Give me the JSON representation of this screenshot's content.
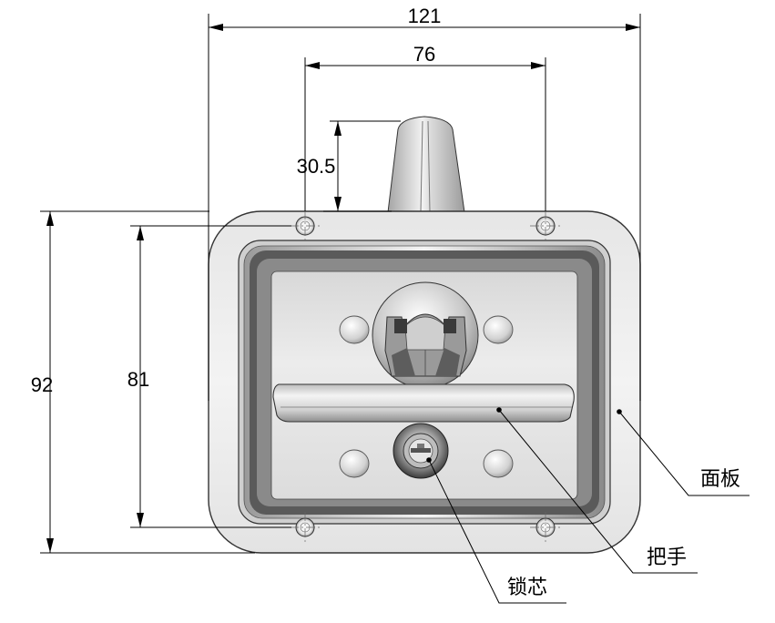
{
  "dimensions": {
    "overall_width": "121",
    "hole_spacing_horizontal": "76",
    "stem_height": "30.5",
    "overall_height": "92",
    "hole_spacing_vertical": "81"
  },
  "callouts": {
    "panel": "面板",
    "handle": "把手",
    "lock_cylinder": "锁芯"
  }
}
